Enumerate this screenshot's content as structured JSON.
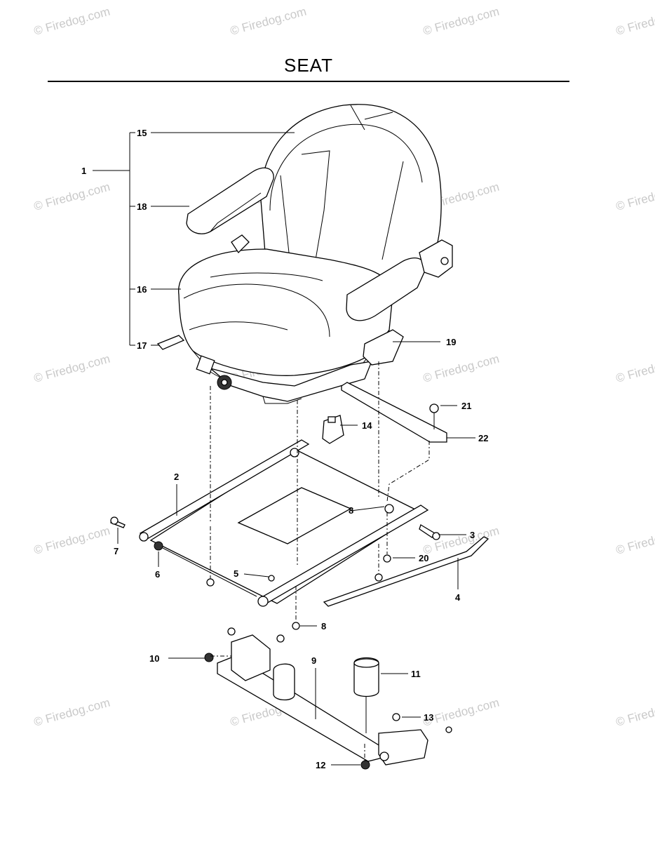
{
  "title": "SEAT",
  "watermark": "© Firedog.com",
  "callouts": {
    "c1": "1",
    "c2": "2",
    "c3": "3",
    "c4": "4",
    "c5": "5",
    "c6": "6",
    "c7": "7",
    "c8a": "8",
    "c8b": "8",
    "c9": "9",
    "c10": "10",
    "c11": "11",
    "c12": "12",
    "c13": "13",
    "c14": "14",
    "c15": "15",
    "c16": "16",
    "c17": "17",
    "c18": "18",
    "c19": "19",
    "c20": "20",
    "c21": "21",
    "c22": "22"
  },
  "colors": {
    "line": "#000000",
    "watermark": "#c9c9c9",
    "background": "#ffffff"
  }
}
